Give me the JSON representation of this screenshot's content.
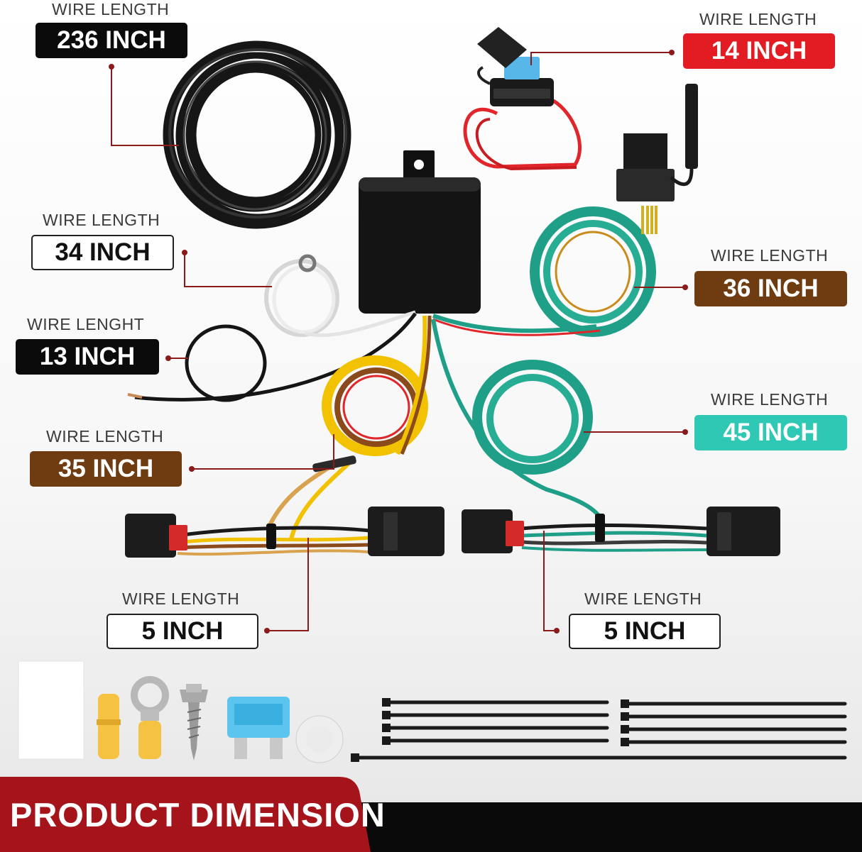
{
  "callouts": [
    {
      "caption": "WIRE LENGTH",
      "value": "236 INCH",
      "color": "#0b0b0b"
    },
    {
      "caption": "WIRE LENGTH",
      "value": "14 INCH",
      "color": "#e31b23"
    },
    {
      "caption": "WIRE LENGTH",
      "value": "34 INCH",
      "color": "#ffffff"
    },
    {
      "caption": "WIRE LENGTH",
      "value": "36 INCH",
      "color": "#6e3c10"
    },
    {
      "caption": "WIRE LENGHT",
      "value": "13 INCH",
      "color": "#0b0b0b"
    },
    {
      "caption": "WIRE LENGTH",
      "value": "45 INCH",
      "color": "#2ec8b5"
    },
    {
      "caption": "WIRE LENGTH",
      "value": "35 INCH",
      "color": "#6e3c10"
    },
    {
      "caption": "WIRE LENGTH",
      "value": "5 INCH",
      "color": "#ffffff"
    },
    {
      "caption": "WIRE LENGTH",
      "value": "5 INCH",
      "color": "#ffffff"
    }
  ],
  "banner": {
    "title": "PRODUCT DIMENSION",
    "color": "#a5141a"
  },
  "accessories": [
    "instruction-sheet",
    "butt-connector",
    "ring-terminal",
    "self-tapping-screw",
    "blade-fuse",
    "washer",
    "zip-ties"
  ],
  "colors": {
    "leader_line": "#8b1a1a",
    "wire_teal": "#1f9e88",
    "wire_yellow": "#f2c200",
    "wire_brown": "#8a4a1c"
  }
}
